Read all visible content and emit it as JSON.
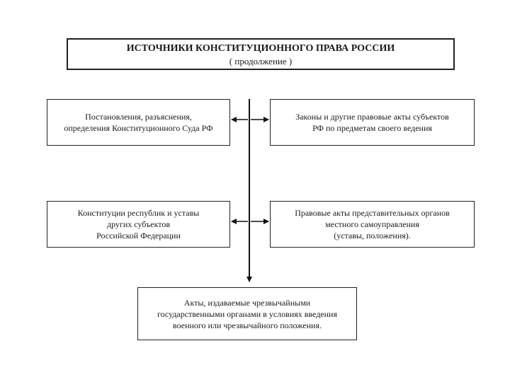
{
  "title": {
    "main": "ИСТОЧНИКИ КОНСТИТУЦИОННОГО ПРАВА РОССИИ",
    "sub": "( продолжение )"
  },
  "boxes": {
    "top_left": {
      "lines": [
        "Постановления, разъяснения,",
        "определения Конституционного Суда РФ"
      ]
    },
    "top_right": {
      "lines": [
        "Законы и другие правовые акты субъектов",
        "РФ по предметам своего ведения"
      ]
    },
    "mid_left": {
      "lines": [
        "Конституции республик и уставы",
        "других субъектов",
        "Российской Федерации"
      ]
    },
    "mid_right": {
      "lines": [
        "Правовые акты представительных органов",
        "местного самоуправления",
        "(уставы, положения)."
      ]
    },
    "bottom": {
      "lines": [
        "Акты, издаваемые чрезвычайными",
        "государственными органами в условиях введения",
        "военного или чрезвычайного положения."
      ]
    }
  }
}
